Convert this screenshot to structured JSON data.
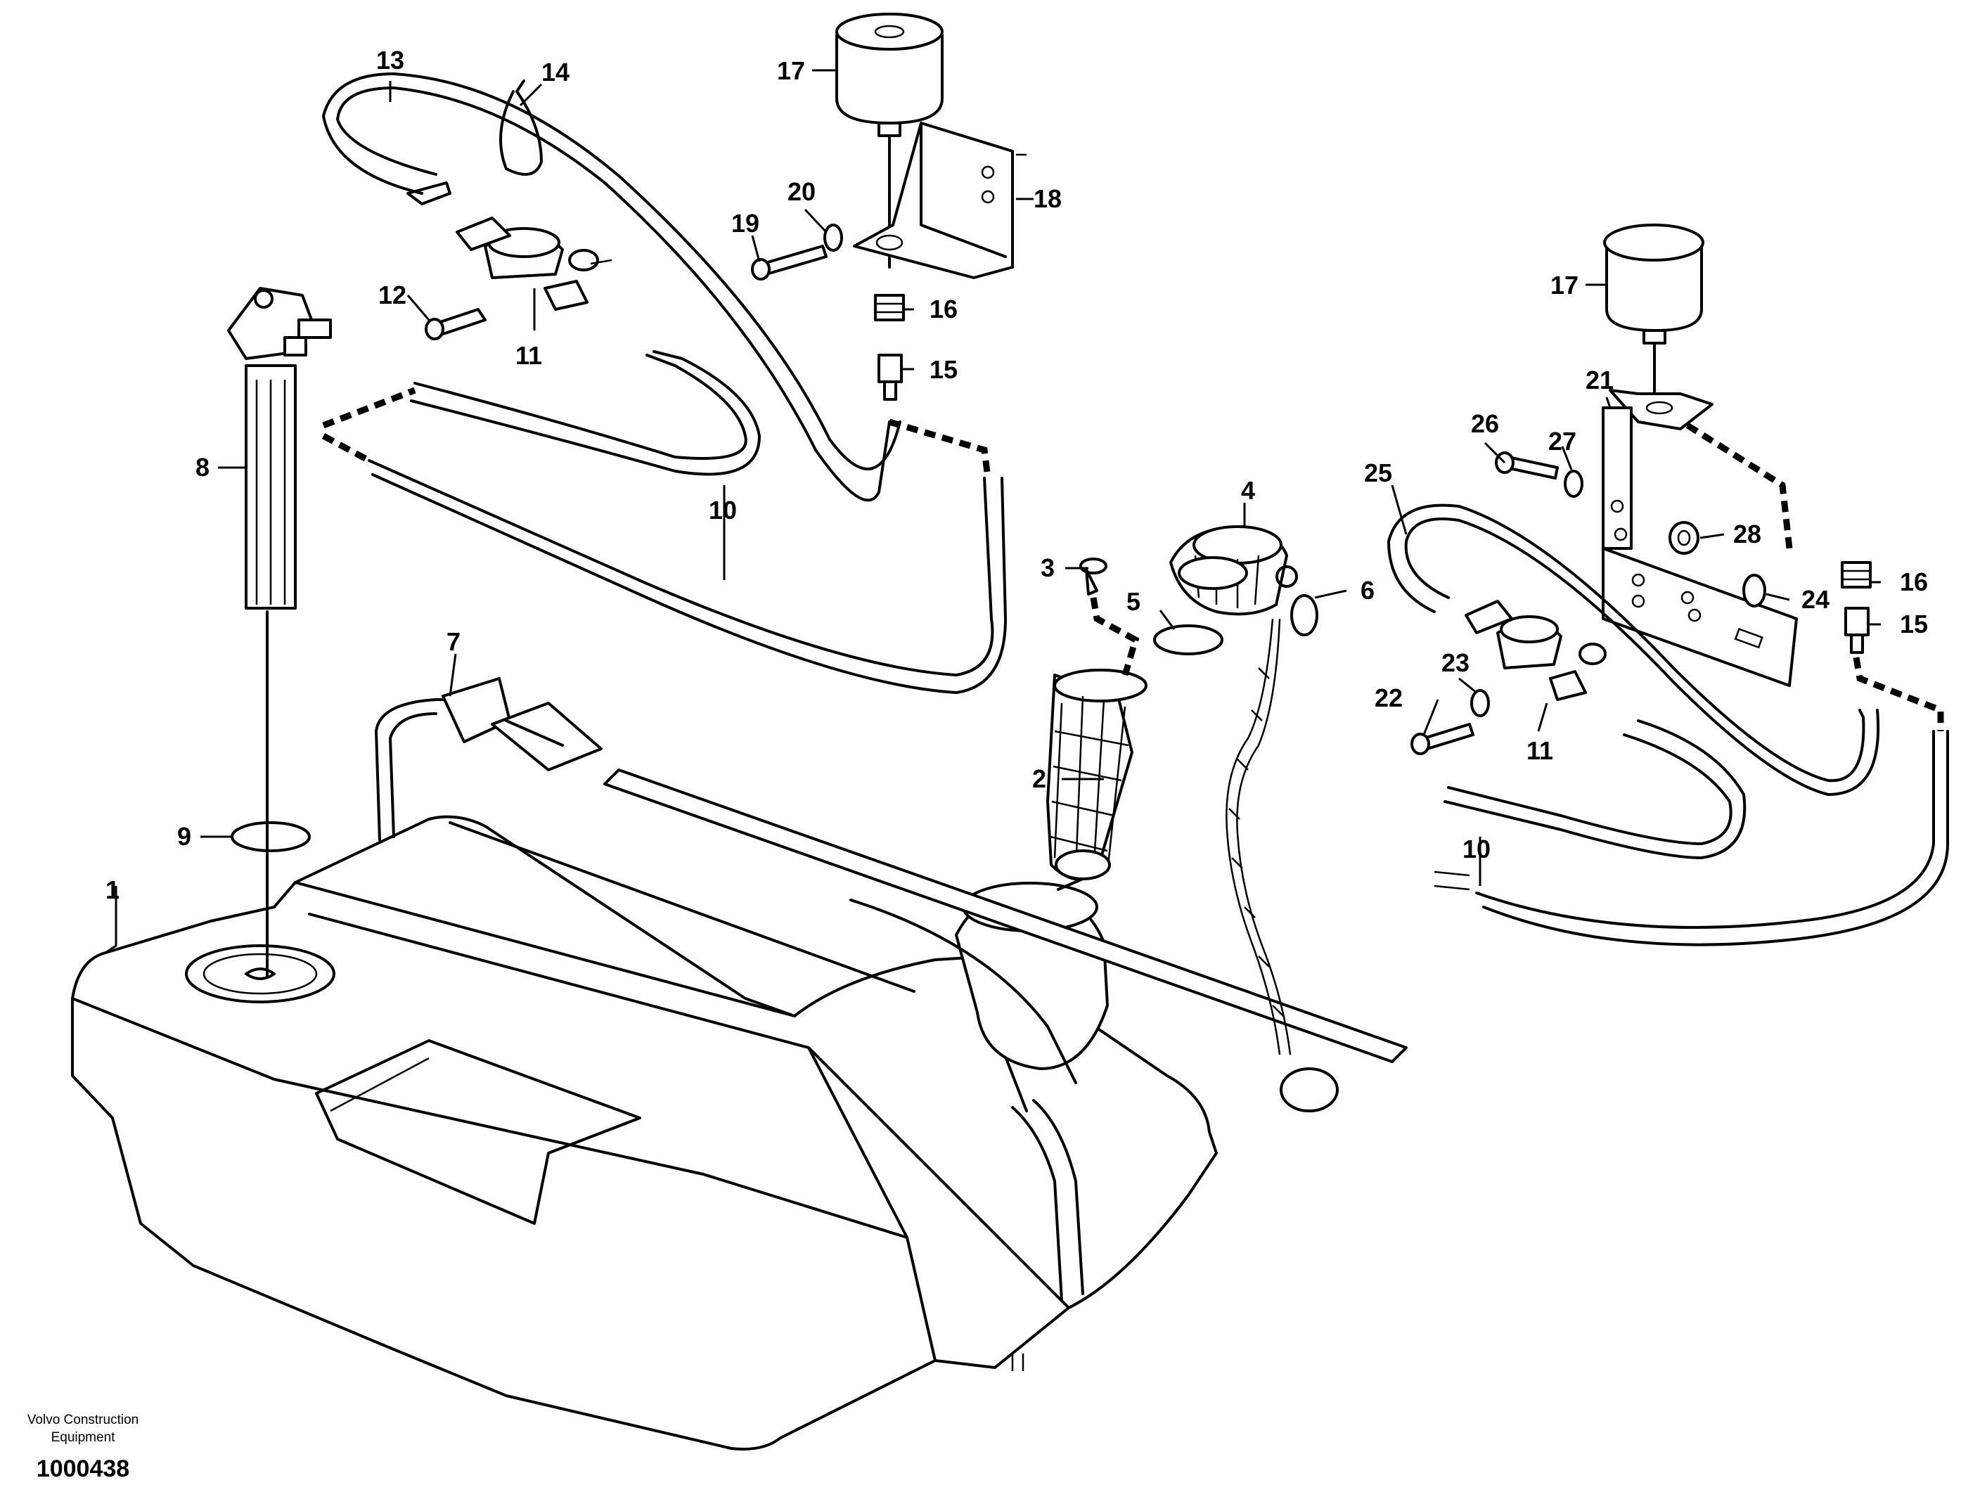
{
  "callouts": [
    {
      "id": "1",
      "text": "1"
    },
    {
      "id": "2",
      "text": "2"
    },
    {
      "id": "3",
      "text": "3"
    },
    {
      "id": "4",
      "text": "4"
    },
    {
      "id": "5",
      "text": "5"
    },
    {
      "id": "6",
      "text": "6"
    },
    {
      "id": "7",
      "text": "7"
    },
    {
      "id": "8",
      "text": "8"
    },
    {
      "id": "9",
      "text": "9"
    },
    {
      "id": "10a",
      "text": "10"
    },
    {
      "id": "10b",
      "text": "10"
    },
    {
      "id": "11a",
      "text": "11"
    },
    {
      "id": "11b",
      "text": "11"
    },
    {
      "id": "12",
      "text": "12"
    },
    {
      "id": "13",
      "text": "13"
    },
    {
      "id": "14",
      "text": "14"
    },
    {
      "id": "15a",
      "text": "15"
    },
    {
      "id": "15b",
      "text": "15"
    },
    {
      "id": "16a",
      "text": "16"
    },
    {
      "id": "16b",
      "text": "16"
    },
    {
      "id": "17a",
      "text": "17"
    },
    {
      "id": "17b",
      "text": "17"
    },
    {
      "id": "18",
      "text": "18"
    },
    {
      "id": "19",
      "text": "19"
    },
    {
      "id": "20",
      "text": "20"
    },
    {
      "id": "21",
      "text": "21"
    },
    {
      "id": "22",
      "text": "22"
    },
    {
      "id": "23",
      "text": "23"
    },
    {
      "id": "24",
      "text": "24"
    },
    {
      "id": "25",
      "text": "25"
    },
    {
      "id": "26",
      "text": "26"
    },
    {
      "id": "27",
      "text": "27"
    },
    {
      "id": "28",
      "text": "28"
    }
  ],
  "footer": {
    "company_line1": "Volvo Construction",
    "company_line2": "Equipment",
    "drawing_number": "1000438"
  }
}
